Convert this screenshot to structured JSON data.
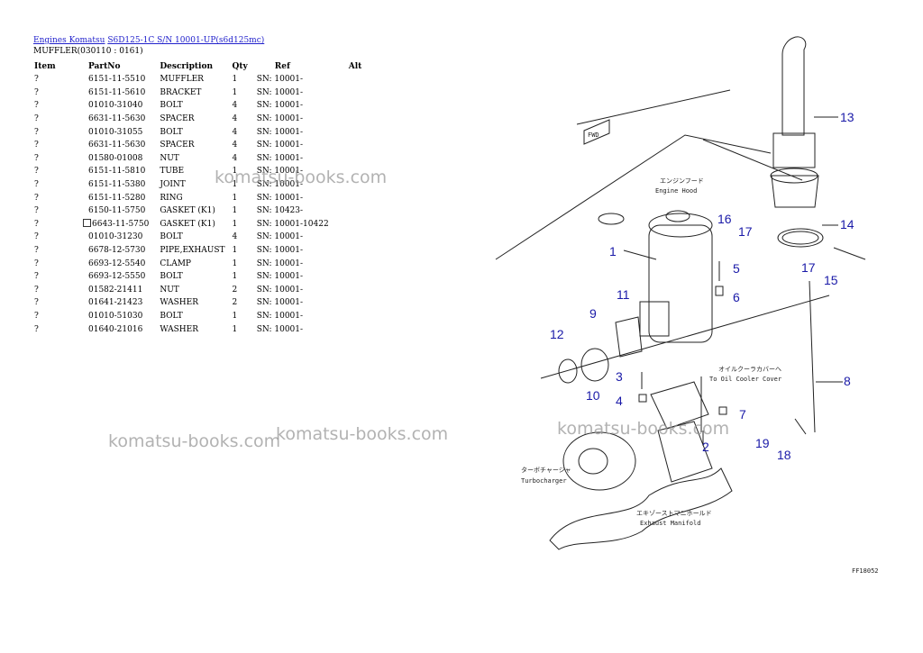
{
  "breadcrumb": {
    "link1": "Engines Komatsu",
    "link2": "S6D125-1C S/N 10001-UP(s6d125mc)"
  },
  "title": "MUFFLER(030110 : 0161)",
  "columns": [
    "Item",
    "PartNo",
    "Description",
    "Qty",
    "Ref",
    "Alt"
  ],
  "rows": [
    {
      "item": "?",
      "part": "6151-11-5510",
      "desc": "MUFFLER",
      "qty": "1",
      "ref": "SN: 10001-",
      "alt": ""
    },
    {
      "item": "?",
      "part": "6151-11-5610",
      "desc": "BRACKET",
      "qty": "1",
      "ref": "SN: 10001-",
      "alt": ""
    },
    {
      "item": "?",
      "part": "01010-31040",
      "desc": "BOLT",
      "qty": "4",
      "ref": "SN: 10001-",
      "alt": ""
    },
    {
      "item": "?",
      "part": "6631-11-5630",
      "desc": "SPACER",
      "qty": "4",
      "ref": "SN: 10001-",
      "alt": ""
    },
    {
      "item": "?",
      "part": "01010-31055",
      "desc": "BOLT",
      "qty": "4",
      "ref": "SN: 10001-",
      "alt": ""
    },
    {
      "item": "?",
      "part": "6631-11-5630",
      "desc": "SPACER",
      "qty": "4",
      "ref": "SN: 10001-",
      "alt": ""
    },
    {
      "item": "?",
      "part": "01580-01008",
      "desc": "NUT",
      "qty": "4",
      "ref": "SN: 10001-",
      "alt": ""
    },
    {
      "item": "?",
      "part": "6151-11-5810",
      "desc": "TUBE",
      "qty": "1",
      "ref": "SN: 10001-",
      "alt": ""
    },
    {
      "item": "?",
      "part": "6151-11-5380",
      "desc": "JOINT",
      "qty": "1",
      "ref": "SN: 10001-",
      "alt": ""
    },
    {
      "item": "?",
      "part": "6151-11-5280",
      "desc": "RING",
      "qty": "1",
      "ref": "SN: 10001-",
      "alt": ""
    },
    {
      "item": "?",
      "part": "6150-11-5750",
      "desc": "GASKET (K1)",
      "qty": "1",
      "ref": "SN: 10423-",
      "alt": ""
    },
    {
      "item": "?",
      "part": "6643-11-5750",
      "desc": "GASKET (K1)",
      "qty": "1",
      "ref": "SN: 10001-10422",
      "alt": "",
      "checkbox": true
    },
    {
      "item": "?",
      "part": "01010-31230",
      "desc": "BOLT",
      "qty": "4",
      "ref": "SN: 10001-",
      "alt": ""
    },
    {
      "item": "?",
      "part": "6678-12-5730",
      "desc": "PIPE,EXHAUST",
      "qty": "1",
      "ref": "SN: 10001-",
      "alt": ""
    },
    {
      "item": "?",
      "part": "6693-12-5540",
      "desc": "CLAMP",
      "qty": "1",
      "ref": "SN: 10001-",
      "alt": ""
    },
    {
      "item": "?",
      "part": "6693-12-5550",
      "desc": "BOLT",
      "qty": "1",
      "ref": "SN: 10001-",
      "alt": ""
    },
    {
      "item": "?",
      "part": "01582-21411",
      "desc": "NUT",
      "qty": "2",
      "ref": "SN: 10001-",
      "alt": ""
    },
    {
      "item": "?",
      "part": "01641-21423",
      "desc": "WASHER",
      "qty": "2",
      "ref": "SN: 10001-",
      "alt": ""
    },
    {
      "item": "?",
      "part": "01010-51030",
      "desc": "BOLT",
      "qty": "1",
      "ref": "SN: 10001-",
      "alt": ""
    },
    {
      "item": "?",
      "part": "01640-21016",
      "desc": "WASHER",
      "qty": "1",
      "ref": "SN: 10001-",
      "alt": ""
    }
  ],
  "watermark": "komatsu-books.com",
  "diagram": {
    "callouts": [
      "1",
      "2",
      "3",
      "4",
      "5",
      "6",
      "7",
      "8",
      "9",
      "10",
      "11",
      "12",
      "13",
      "14",
      "15",
      "16",
      "17",
      "17",
      "18",
      "19"
    ],
    "label_engine_hood_jp": "エンジンフード",
    "label_engine_hood": "Engine Hood",
    "label_oil_cooler_jp": "オイルクーラカバーへ",
    "label_oil_cooler": "To Oil Cooler Cover",
    "label_turbo_jp": "ターボチャージャ",
    "label_turbo": "Turbocharger",
    "label_manifold_jp": "エキゾーストマニホールド",
    "label_manifold": "Exhaust Manifold",
    "label_fwd": "FWD",
    "drawing_code": "FF18052"
  }
}
